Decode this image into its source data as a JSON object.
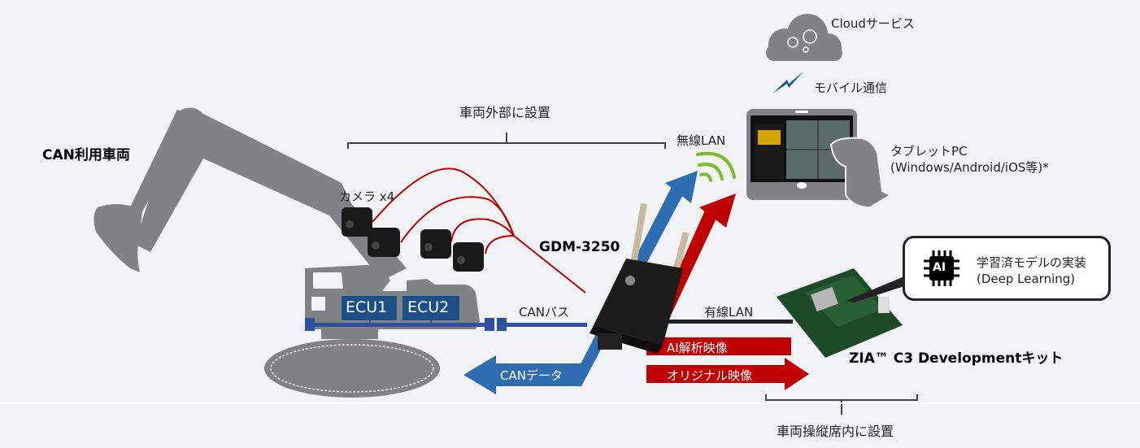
{
  "vehicle": {
    "title": "CAN利用車両",
    "ecus": [
      "ECU1",
      "ECU2"
    ]
  },
  "external_install": {
    "label": "車両外部に設置"
  },
  "cameras": {
    "label": "カメラ x4",
    "count": 4
  },
  "gateway": {
    "name": "GDM-3250"
  },
  "links": {
    "can_bus": "CANバス",
    "can_data": "CANデータ",
    "wireless_lan": "無線LAN",
    "wired_lan": "有線LAN",
    "mobile": "モバイル通信",
    "ai_video": "AI解析映像",
    "original_video": "オリジナル映像"
  },
  "cloud": {
    "label": "Cloudサービス"
  },
  "tablet": {
    "label_line1": "タブレットPC",
    "label_line2": "(Windows/Android/iOS等)*"
  },
  "ai_kit": {
    "name": "ZIA™ C3 Developmentキット",
    "bubble_line1": "学習済モデルの実装",
    "bubble_line2": "(Deep Learning)",
    "icon_text": "AI"
  },
  "cabin_install": {
    "label": "車両操縦席内に設置"
  },
  "colors": {
    "background": "#f2f3f5",
    "silhouette": "#808285",
    "can_blue": "#2f6db3",
    "ecu_blue": "#1d4f86",
    "video_red": "#c00000",
    "wifi_green": "#7dbb2f",
    "cable_red": "#c00000"
  }
}
